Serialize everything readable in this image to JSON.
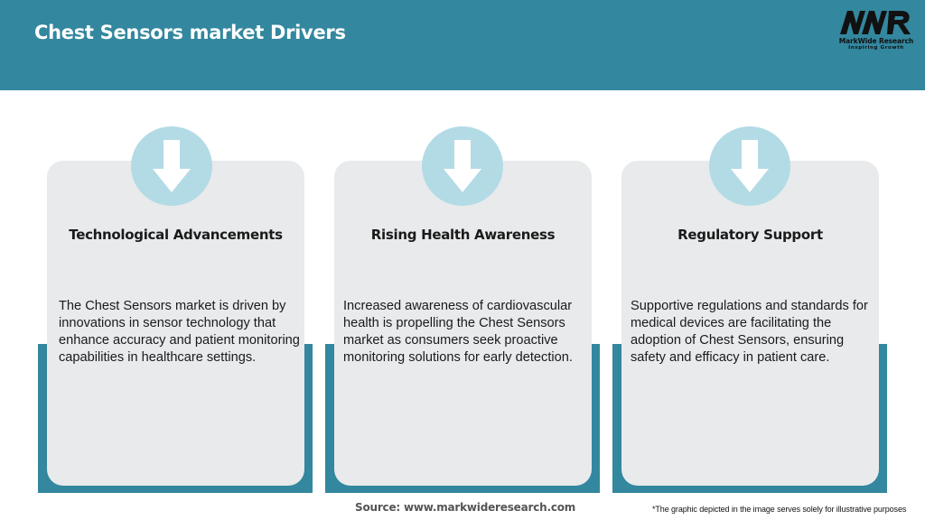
{
  "header": {
    "title": "Chest Sensors market Drivers",
    "background_color": "#33879e"
  },
  "logo": {
    "mark": "MWR",
    "name": "MarkWide Research",
    "tagline": "Inspiring Growth"
  },
  "colors": {
    "accent": "#33879e",
    "card_bg": "#e8eaec",
    "icon_circle": "#b3dbe6"
  },
  "drivers": [
    {
      "icon": "arrow-down-icon",
      "title": "Technological Advancements",
      "body": "The Chest Sensors market is driven by innovations in sensor technology that enhance accuracy and patient monitoring capabilities in healthcare settings."
    },
    {
      "icon": "arrow-down-icon",
      "title": "Rising Health Awareness",
      "body": "Increased awareness of cardiovascular health is propelling the Chest Sensors market as consumers seek proactive monitoring solutions for early detection."
    },
    {
      "icon": "arrow-down-icon",
      "title": "Regulatory Support",
      "body": "Supportive regulations and standards for medical devices are facilitating the adoption of Chest Sensors, ensuring safety and efficacy in patient care."
    }
  ],
  "footer": {
    "source": "Source: www.markwideresearch.com",
    "disclaimer": "*The graphic depicted in the image serves solely for illustrative purposes"
  }
}
